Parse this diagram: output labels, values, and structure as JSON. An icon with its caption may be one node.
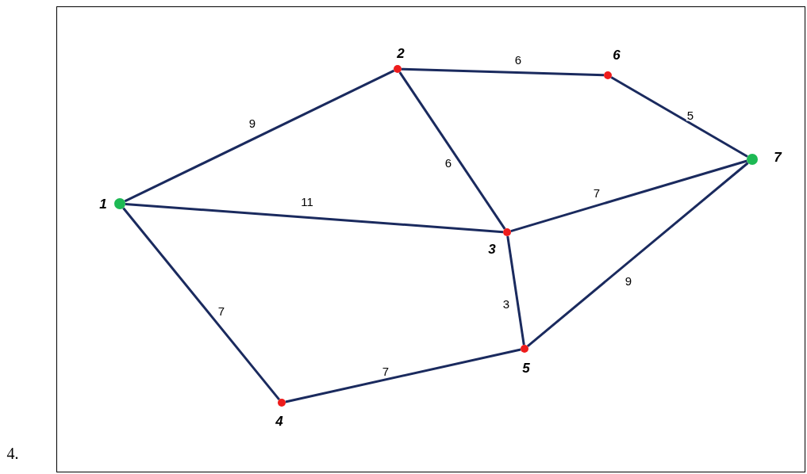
{
  "diagram": {
    "nodes": [
      {
        "text": [],
        "shape": "circle",
        "beside": [
          "1"
        ]
      },
      {
        "text": [],
        "shape": "circle",
        "beside": [
          "2"
        ]
      },
      {
        "text": [],
        "shape": "circle",
        "beside": [
          "3"
        ]
      },
      {
        "text": [],
        "shape": "circle",
        "beside": [
          "4"
        ]
      },
      {
        "text": [],
        "shape": "circle",
        "beside": [
          "5"
        ]
      },
      {
        "text": [],
        "shape": "circle",
        "beside": [
          "6"
        ]
      },
      {
        "text": [],
        "shape": "circle",
        "beside": [
          "7"
        ]
      }
    ],
    "edges": [
      {
        "from": 0,
        "to": 1,
        "arrow": "none",
        "label": "9"
      },
      {
        "from": 1,
        "to": 5,
        "arrow": "none",
        "label": "6"
      },
      {
        "from": 5,
        "to": 6,
        "arrow": "none",
        "label": "5"
      },
      {
        "from": 1,
        "to": 2,
        "arrow": "none",
        "label": "6"
      },
      {
        "from": 0,
        "to": 2,
        "arrow": "none",
        "label": "11"
      },
      {
        "from": 2,
        "to": 6,
        "arrow": "none",
        "label": "7"
      },
      {
        "from": 0,
        "to": 3,
        "arrow": "none",
        "label": "7"
      },
      {
        "from": 2,
        "to": 4,
        "arrow": "none",
        "label": "3"
      },
      {
        "from": 4,
        "to": 6,
        "arrow": "none",
        "label": "9"
      },
      {
        "from": 3,
        "to": 4,
        "arrow": "none",
        "label": "7"
      }
    ],
    "labels": [
      "4."
    ]
  }
}
